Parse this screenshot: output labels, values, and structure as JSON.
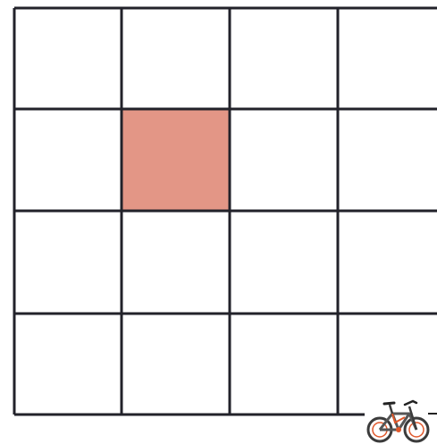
{
  "grid": {
    "rows": 4,
    "columns": 4,
    "highlighted_cells": [
      {
        "row": 2,
        "column": 2
      }
    ]
  },
  "colors": {
    "background": "#ffffff",
    "grid_line": "#22222a",
    "highlight": "#e39686",
    "bike_frame": "#444444",
    "bike_accent": "#e0572a"
  },
  "icons": {
    "player": "bicycle-icon"
  }
}
